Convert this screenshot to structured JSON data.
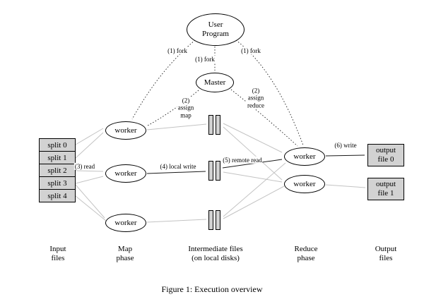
{
  "figure": {
    "caption": "Figure 1: Execution overview"
  },
  "nodes": {
    "user_program": "User\nProgram",
    "master": "Master",
    "map_workers": [
      "worker",
      "worker",
      "worker"
    ],
    "reduce_workers": [
      "worker",
      "worker"
    ],
    "splits": [
      "split 0",
      "split 1",
      "split 2",
      "split 3",
      "split 4"
    ],
    "output_files": [
      "output\nfile 0",
      "output\nfile 1"
    ]
  },
  "edge_labels": {
    "fork_left": "(1) fork",
    "fork_center": "(1) fork",
    "fork_right": "(1) fork",
    "assign_map": "(2)\nassign\nmap",
    "assign_reduce": "(2)\nassign\nreduce",
    "read": "(3) read",
    "local_write": "(4) local write",
    "remote_read": "(5) remote read",
    "write": "(6) write"
  },
  "phase_labels": {
    "input": "Input\nfiles",
    "map": "Map\nphase",
    "intermediate": "Intermediate files\n(on local disks)",
    "reduce": "Reduce\nphase",
    "output": "Output\nfiles"
  },
  "colors": {
    "box_fill": "#d2d2d2",
    "stroke": "#000000",
    "light_edge": "#c3c3c3"
  }
}
